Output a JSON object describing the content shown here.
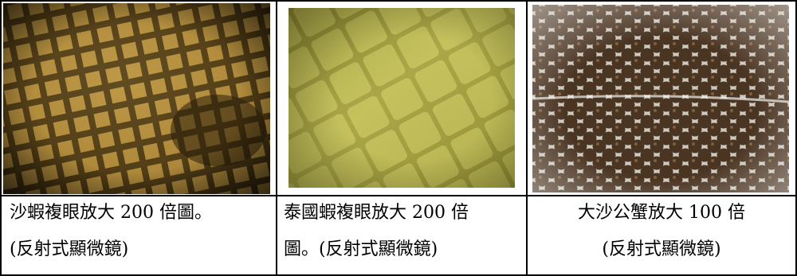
{
  "figures": [
    {
      "id": "sand-shrimp",
      "caption_line1": "沙蝦複眼放大 200 倍圖。",
      "caption_line2": "(反射式顯微鏡)",
      "photo": "micrograph-square-facets-gold",
      "colors": {
        "base": "#b08a35",
        "facet": "#caa24a",
        "groove": "#3a2b10",
        "dark": "#2a1e0a"
      }
    },
    {
      "id": "thai-shrimp",
      "caption_line1": "泰國蝦複眼放大 200 倍",
      "caption_line2": "圖。(反射式顯微鏡)",
      "photo": "micrograph-square-facets-olive",
      "colors": {
        "base": "#b3b04a",
        "facet": "#d6d36e",
        "groove": "#6f6a22",
        "dark": "#5a5a18"
      }
    },
    {
      "id": "sand-crab",
      "caption_line1": "大沙公蟹放大 100 倍",
      "caption_line2": "(反射式顯微鏡)",
      "photo": "micrograph-round-facets-dark",
      "colors": {
        "base": "#c7c2b7",
        "facet": "#4a3422",
        "highlight": "#f2f2ee",
        "dark": "#2b1c10"
      }
    }
  ]
}
